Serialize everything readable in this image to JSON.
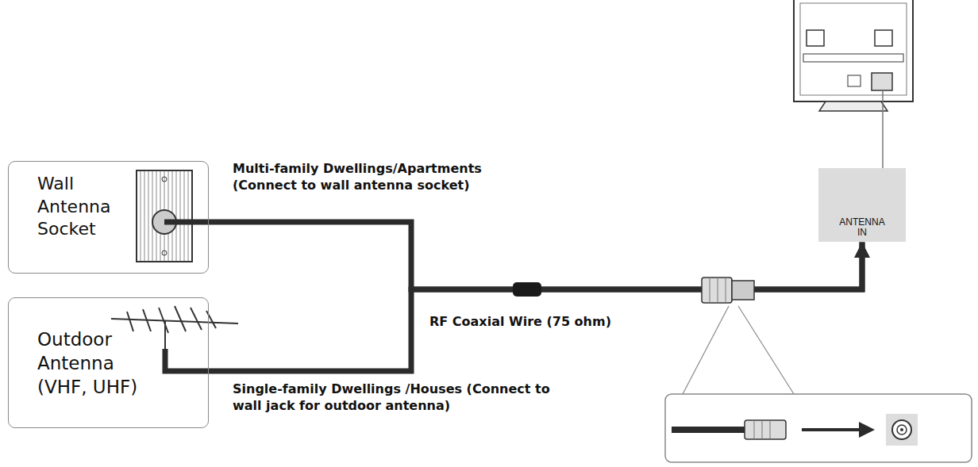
{
  "diagram": {
    "nodes": [
      {
        "text": [
          "Wall Antenna Socket"
        ]
      },
      {
        "text": [
          "Outdoor Antenna (VHF, UHF)"
        ]
      },
      {
        "text": [
          "ANTENNA IN"
        ]
      }
    ],
    "edges": [
      {
        "from": 0,
        "to": 2,
        "arrow": "to",
        "label": "Multi-family Dwellings/Apartments (Connect to wall antenna socket)"
      },
      {
        "from": 1,
        "to": 2,
        "arrow": "to",
        "label": "Single-family Dwellings /Houses (Connect to wall jack for outdoor antenna)"
      }
    ],
    "labels": [
      "RF Coaxial Wire (75 ohm)"
    ]
  }
}
